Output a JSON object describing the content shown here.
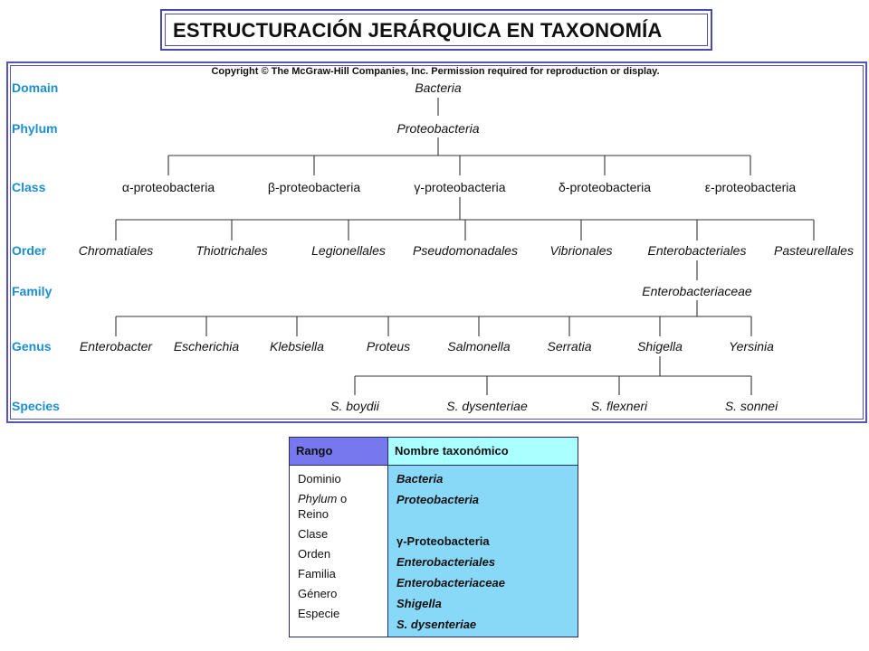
{
  "title": "ESTRUCTURACIÓN JERÁRQUICA EN TAXONOMÍA",
  "copyright": "Copyright © The McGraw-Hill Companies, Inc. Permission required for reproduction or display.",
  "colors": {
    "rank_label": "#1b8fd0",
    "frame": "#5656b8",
    "table_header_rank": "#7878ee",
    "table_header_name": "#aaffff",
    "table_body_name": "#88d8f8"
  },
  "ranks": [
    "Domain",
    "Phylum",
    "Class",
    "Order",
    "Family",
    "Genus",
    "Species"
  ],
  "tree": {
    "domain": "Bacteria",
    "phylum": "Proteobacteria",
    "classes": [
      "α-proteobacteria",
      "β-proteobacteria",
      "γ-proteobacteria",
      "δ-proteobacteria",
      "ε-proteobacteria"
    ],
    "orders": [
      "Chromatiales",
      "Thiotrichales",
      "Legionellales",
      "Pseudomonadales",
      "Vibrionales",
      "Enterobacteriales",
      "Pasteurellales"
    ],
    "family": "Enterobacteriaceae",
    "genera": [
      "Enterobacter",
      "Escherichia",
      "Klebsiella",
      "Proteus",
      "Salmonella",
      "Serratia",
      "Shigella",
      "Yersinia"
    ],
    "species": [
      "S. boydii",
      "S. dysenteriae",
      "S. flexneri",
      "S. sonnei"
    ]
  },
  "table": {
    "header_rank": "Rango",
    "header_name": "Nombre taxonómico",
    "ranks": {
      "dominio": "Dominio",
      "phylum_a": "Phylum",
      "phylum_b": " o",
      "reino": "Reino",
      "clase": "Clase",
      "orden": "Orden",
      "familia": "Familia",
      "genero": "Género",
      "especie": "Especie"
    },
    "names": [
      "Bacteria",
      "Proteobacteria",
      "γ-Proteobacteria",
      "Enterobacteriales",
      "Enterobacteriaceae",
      "Shigella",
      "S. dysenteriae"
    ]
  }
}
